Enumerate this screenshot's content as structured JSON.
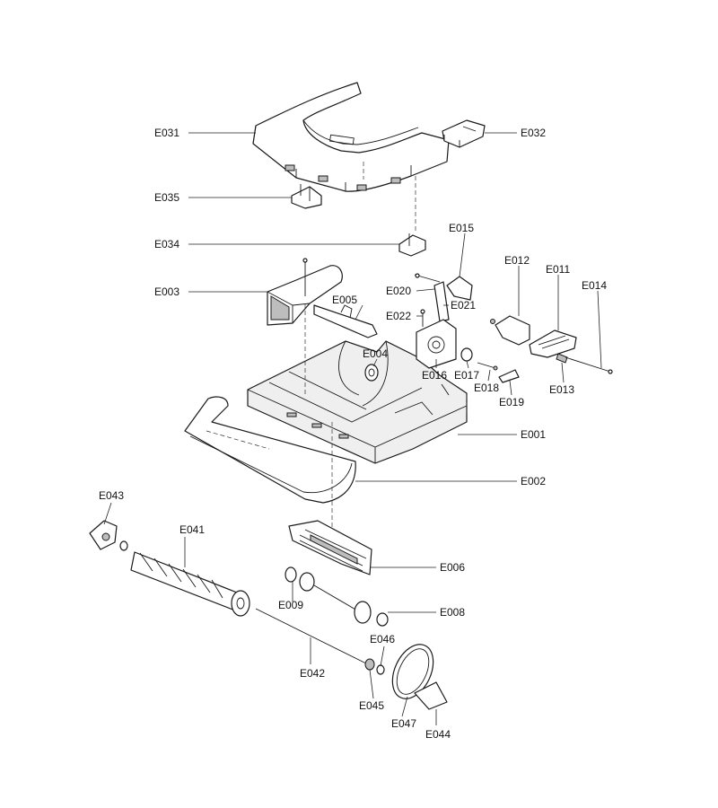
{
  "diagram": {
    "parts": [
      {
        "id": "E031"
      },
      {
        "id": "E032"
      },
      {
        "id": "E035"
      },
      {
        "id": "E034"
      },
      {
        "id": "E015"
      },
      {
        "id": "E012"
      },
      {
        "id": "E011"
      },
      {
        "id": "E014"
      },
      {
        "id": "E003"
      },
      {
        "id": "E020"
      },
      {
        "id": "E005"
      },
      {
        "id": "E021"
      },
      {
        "id": "E022"
      },
      {
        "id": "E004"
      },
      {
        "id": "E016"
      },
      {
        "id": "E017"
      },
      {
        "id": "E018"
      },
      {
        "id": "E019"
      },
      {
        "id": "E013"
      },
      {
        "id": "E001"
      },
      {
        "id": "E002"
      },
      {
        "id": "E043"
      },
      {
        "id": "E041"
      },
      {
        "id": "E006"
      },
      {
        "id": "E009"
      },
      {
        "id": "E008"
      },
      {
        "id": "E046"
      },
      {
        "id": "E042"
      },
      {
        "id": "E045"
      },
      {
        "id": "E047"
      },
      {
        "id": "E044"
      }
    ]
  }
}
